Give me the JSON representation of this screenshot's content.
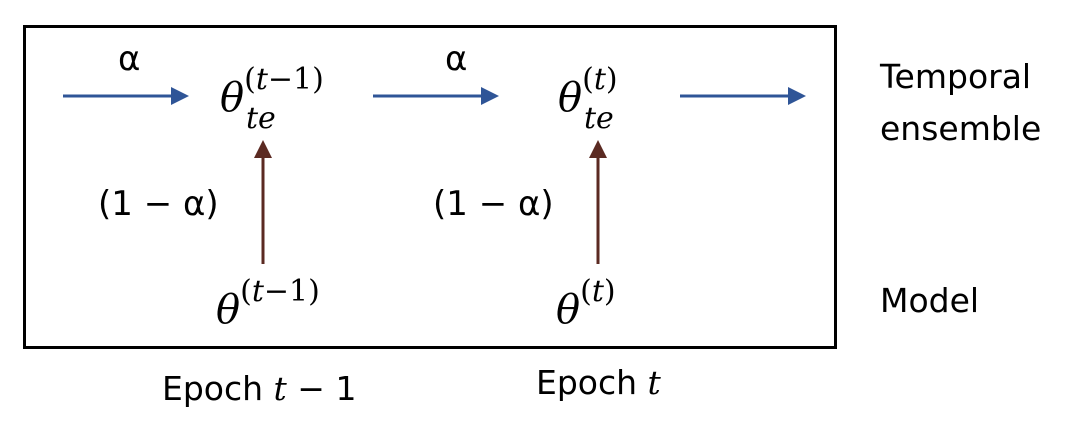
{
  "diagram": {
    "arrow_labels": {
      "alpha_1": "α",
      "alpha_2": "α",
      "one_minus_alpha_1": "(1 − α)",
      "one_minus_alpha_2": "(1 − α)"
    },
    "nodes": {
      "theta_te_prev": {
        "base": "θ",
        "sub": "te",
        "sup_var": "t",
        "sup_rest": "−1"
      },
      "theta_te_curr": {
        "base": "θ",
        "sub": "te",
        "sup_var": "t"
      },
      "theta_prev": {
        "base": "θ",
        "sup_var": "t",
        "sup_rest": "−1"
      },
      "theta_curr": {
        "base": "θ",
        "sup_var": "t"
      }
    },
    "row_labels": {
      "temporal_1": "Temporal",
      "temporal_2": "ensemble",
      "model": "Model"
    },
    "epoch_labels": {
      "prev_word": "Epoch",
      "prev_var": "t",
      "prev_rest": " − 1",
      "curr_word": "Epoch",
      "curr_var": "t"
    },
    "colors": {
      "horizontal_arrow": "#2F5597",
      "vertical_arrow": "#5B2A22"
    }
  }
}
